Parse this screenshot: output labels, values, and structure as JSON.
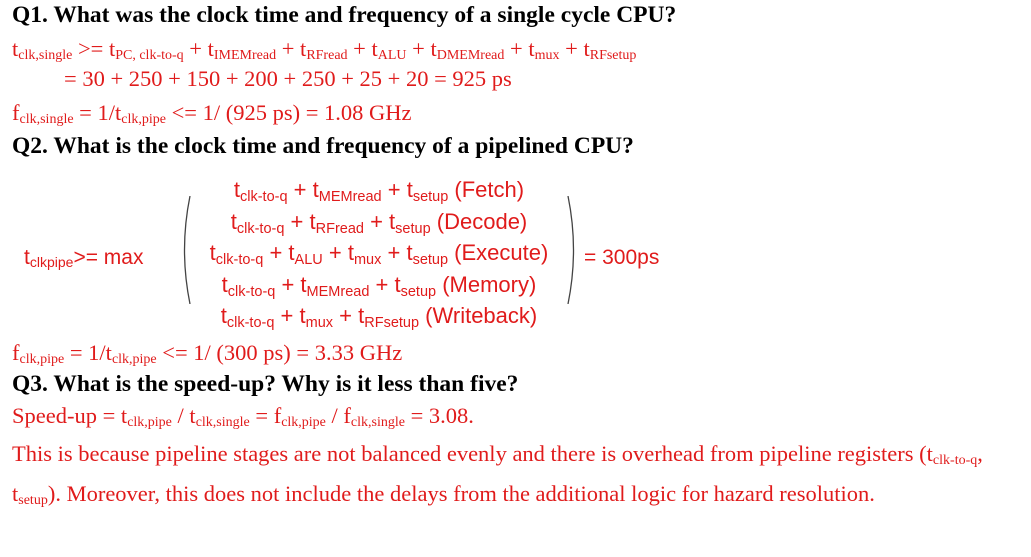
{
  "q1": {
    "title": "Q1. What was the clock time and frequency of a single cycle CPU?",
    "eq1": {
      "t": "t",
      "sub": "clk,single",
      "op": " >= ",
      "terms": [
        {
          "t": "t",
          "sub": "PC, clk-to-q"
        },
        {
          "t": "t",
          "sub": "IMEMread"
        },
        {
          "t": "t",
          "sub": "RFread"
        },
        {
          "t": "t",
          "sub": "ALU"
        },
        {
          "t": "t",
          "sub": "DMEMread"
        },
        {
          "t": "t",
          "sub": "mux"
        },
        {
          "t": "t",
          "sub": "RFsetup"
        }
      ]
    },
    "eq2": "= 30 + 250 + 150 + 200 + 250 + 25 + 20 = 925 ps",
    "eq3": {
      "f": "f",
      "f_sub": "clk,single",
      "mid": " = 1/",
      "t": "t",
      "t_sub": "clk,pipe",
      "rest": " <= 1/ (925 ps) = 1.08 GHz"
    }
  },
  "q2": {
    "title": "Q2. What is the clock time and frequency of a pipelined CPU?",
    "lhs": {
      "t": "t",
      "sub": "clkpipe",
      "op": ">= max"
    },
    "rows": [
      {
        "terms": [
          {
            "t": "t",
            "sub": "clk-to-q"
          },
          {
            "t": "t",
            "sub": "MEMread"
          },
          {
            "t": "t",
            "sub": "setup"
          }
        ],
        "stage": "(Fetch)"
      },
      {
        "terms": [
          {
            "t": "t",
            "sub": "clk-to-q"
          },
          {
            "t": "t",
            "sub": "RFread"
          },
          {
            "t": "t",
            "sub": "setup"
          }
        ],
        "stage": "(Decode)"
      },
      {
        "terms": [
          {
            "t": "t",
            "sub": "clk-to-q"
          },
          {
            "t": "t",
            "sub": "ALU"
          },
          {
            "t": "t",
            "sub": "mux"
          },
          {
            "t": "t",
            "sub": "setup"
          }
        ],
        "stage": "(Execute)"
      },
      {
        "terms": [
          {
            "t": "t",
            "sub": "clk-to-q"
          },
          {
            "t": "t",
            "sub": "MEMread"
          },
          {
            "t": "t",
            "sub": "setup"
          }
        ],
        "stage": "(Memory)"
      },
      {
        "terms": [
          {
            "t": "t",
            "sub": "clk-to-q"
          },
          {
            "t": "t",
            "sub": "mux"
          },
          {
            "t": "t",
            "sub": "RFsetup"
          }
        ],
        "stage": "(Writeback)"
      }
    ],
    "rhs": "= 300ps",
    "freq": {
      "f": "f",
      "f_sub": "clk,pipe",
      "mid": " = 1/",
      "t": "t",
      "t_sub": "clk,pipe",
      "rest": " <= 1/ (300 ps) = 3.33 GHz"
    }
  },
  "q3": {
    "title": "Q3. What is the speed-up? Why is it less than five?",
    "speedup": {
      "a": "Speed-up = ",
      "t1": "t",
      "t1_sub": "clk,pipe",
      "s1": " / ",
      "t2": "t",
      "t2_sub": "clk,single",
      "eq": " = ",
      "f1": "f",
      "f1_sub": "clk,pipe",
      "s2": " / ",
      "f2": "f",
      "f2_sub": "clk,single",
      "end": " = 3.08."
    },
    "para": {
      "p1": "This is because pipeline stages are not balanced evenly and there is overhead from pipeline registers (",
      "t1": "t",
      "t1_sub": "clk-to-q",
      "comma": ", ",
      "t2": "t",
      "t2_sub": "setup",
      "p2": "). Moreover, this does not include the delays from the additional logic for hazard resolution."
    }
  }
}
